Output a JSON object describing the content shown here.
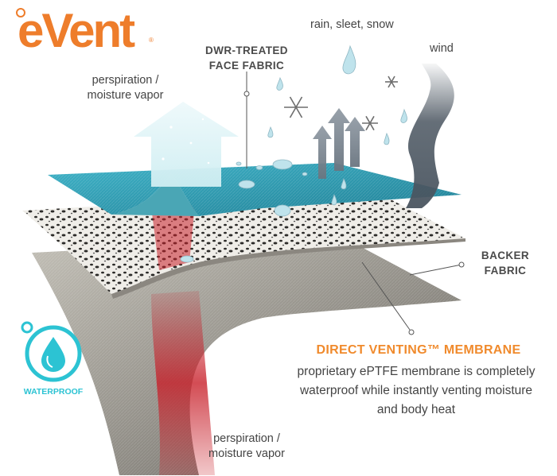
{
  "logo": {
    "text": "eVent",
    "registered": "®"
  },
  "labels": {
    "perspiration_top": [
      "perspiration /",
      "moisture vapor"
    ],
    "face_fabric": [
      "DWR-TREATED",
      "FACE FABRIC"
    ],
    "rain": "rain, sleet, snow",
    "wind": "wind",
    "backer_fabric": [
      "BACKER",
      "FABRIC"
    ],
    "membrane_title": "DIRECT VENTING™ MEMBRANE",
    "membrane_desc": [
      "proprietary ePTFE membrane is completely",
      "waterproof while instantly venting moisture",
      "and body heat"
    ],
    "perspiration_bottom": [
      "perspiration /",
      "moisture vapor"
    ],
    "waterproof_badge": "WATERPROOF"
  },
  "colors": {
    "brand_orange": "#ee7d2b",
    "membrane_orange": "#f08a2c",
    "face_fabric_teal": "#2a97ad",
    "waterproof_cyan": "#2cc3d3",
    "vapor_red": "#c8202a",
    "wind_gray": "#4a5560"
  },
  "icons": [
    "water-drop-badge-icon",
    "snowflake-icon",
    "raindrop-icon",
    "wind-arrow-icon",
    "vapor-arrow-icon"
  ]
}
